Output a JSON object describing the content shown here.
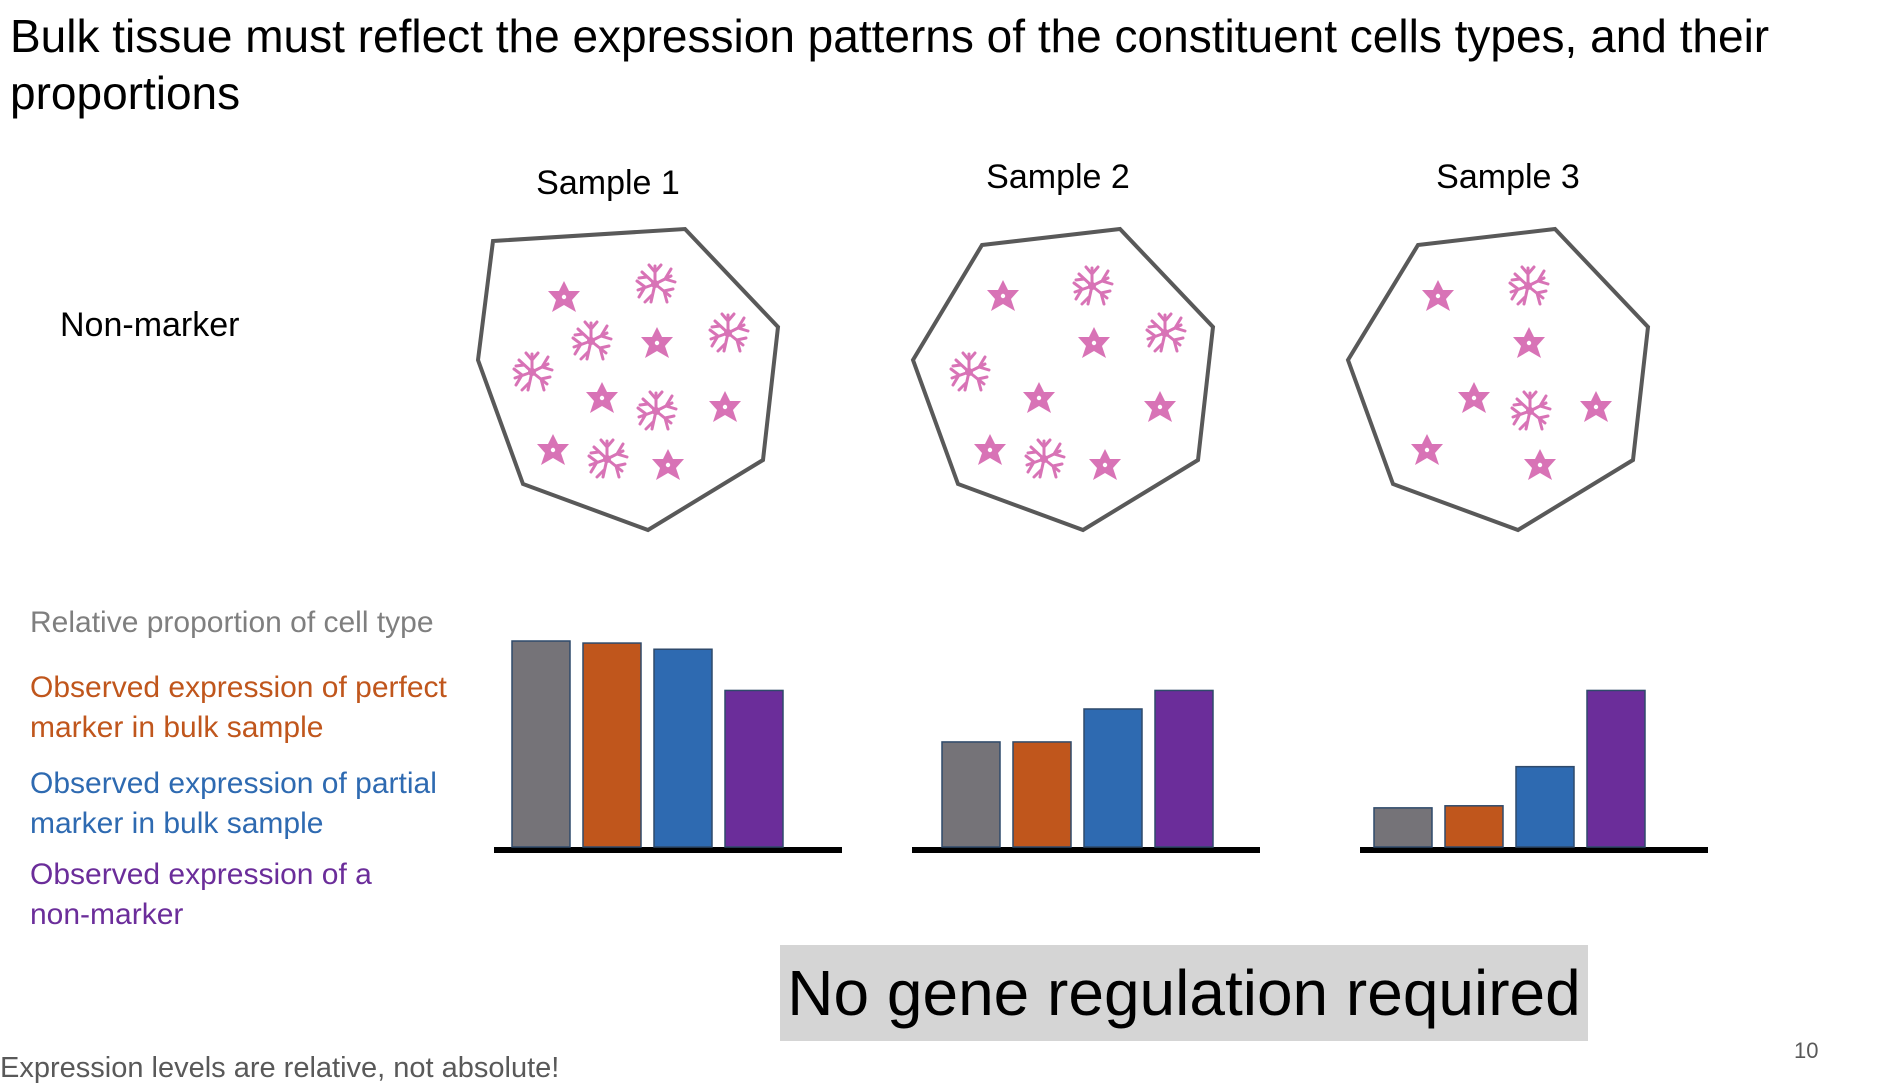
{
  "slide": {
    "title": "Bulk tissue must reflect the expression patterns of the constituent cells types, and their proportions",
    "row_label": "Non-marker",
    "samples": [
      "Sample 1",
      "Sample 2",
      "Sample 3"
    ],
    "legend": [
      {
        "text": "Relative proportion of cell type",
        "color": "#7f7f7f"
      },
      {
        "text": "Observed expression of perfect marker in bulk sample",
        "color": "#c0561c"
      },
      {
        "text": "Observed expression of partial marker in bulk sample",
        "color": "#2e6ab1"
      },
      {
        "text": "Observed expression of a non-marker",
        "color": "#6b2d9a"
      }
    ],
    "banner": "No gene regulation required",
    "footnote": "Expression levels are relative, not absolute!",
    "page_number": "10",
    "cell_color": "#d873b6"
  },
  "chart_data": {
    "type": "bar",
    "series_colors": [
      "#757378",
      "#c0561c",
      "#2e6ab1",
      "#6b2d9a"
    ],
    "groups": [
      {
        "sample": "Sample 1",
        "values": [
          1.0,
          0.99,
          0.96,
          0.76
        ]
      },
      {
        "sample": "Sample 2",
        "values": [
          0.51,
          0.51,
          0.67,
          0.76
        ]
      },
      {
        "sample": "Sample 3",
        "values": [
          0.19,
          0.2,
          0.39,
          0.76
        ]
      }
    ],
    "ylim": [
      0,
      1
    ]
  }
}
